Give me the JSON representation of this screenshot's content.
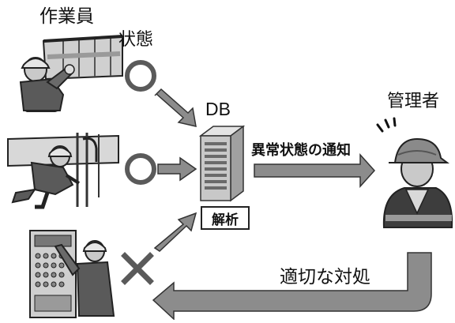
{
  "labels": {
    "workers": "作業員",
    "status": "状態",
    "db": "DB",
    "administrator": "管理者",
    "anomaly_notification": "異常状態の通知",
    "analysis": "解析",
    "appropriate_response": "適切な対処"
  },
  "worker_states": [
    {
      "worker": 1,
      "state_symbol": "circle"
    },
    {
      "worker": 2,
      "state_symbol": "circle"
    },
    {
      "worker": 3,
      "state_symbol": "cross"
    }
  ],
  "colors": {
    "arrow_fill": "#8c8c8c",
    "arrow_stroke": "#333333",
    "symbol": "#5a5a5a",
    "text": "#111111"
  }
}
